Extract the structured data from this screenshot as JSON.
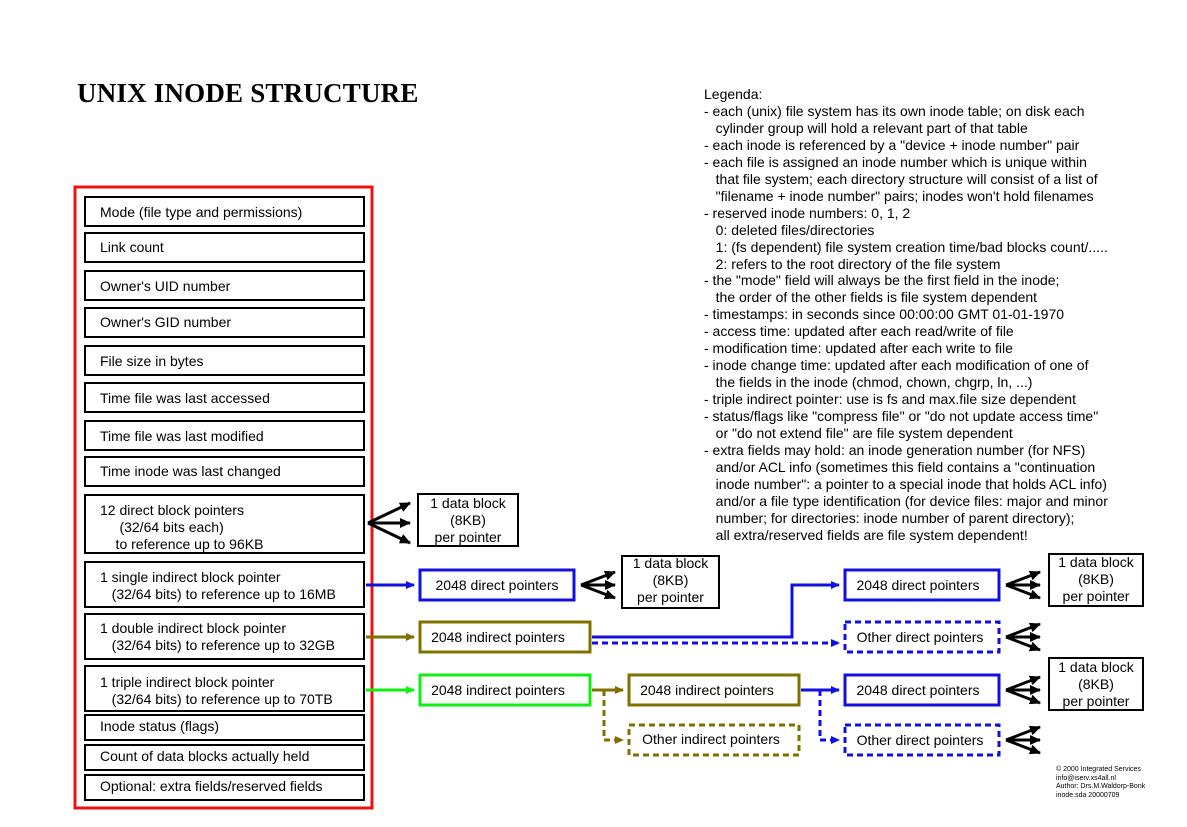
{
  "title": "UNIX INODE STRUCTURE",
  "legend": {
    "lines": [
      "Legenda:",
      "- each (unix) file system has its own inode table; on disk each",
      "   cylinder group will hold a relevant part of that table",
      "- each inode is referenced by a \"device + inode number\" pair",
      "- each file is assigned an inode number which is unique within",
      "   that file system; each directory structure will consist of a list of",
      "   \"filename + inode number\" pairs; inodes won't hold filenames",
      "- reserved inode numbers: 0, 1, 2",
      "   0: deleted files/directories",
      "   1: (fs dependent) file system creation time/bad blocks count/.....",
      "   2: refers to the root directory of the file system",
      "- the \"mode\" field will always be the first field in the inode;",
      "   the order of the other fields is file system dependent",
      "- timestamps: in seconds since 00:00:00 GMT 01-01-1970",
      "- access time: updated after each read/write of file",
      "- modification time: updated after each write to file",
      "- inode change time: updated after each modification of one of",
      "   the fields in the inode (chmod, chown, chgrp, ln, ...)",
      "- triple indirect pointer: use is fs and max.file size dependent",
      "- status/flags like \"compress file\" or \"do not update access time\"",
      "   or \"do not extend file\" are file system dependent",
      "- extra fields may hold: an inode generation number (for NFS)",
      "   and/or ACL info (sometimes this field contains a \"continuation",
      "   inode number\": a pointer to a special inode that holds ACL info)",
      "   and/or a file type identification (for device files: major and minor",
      "   number; for directories: inode number of parent directory);",
      "   all extra/reserved fields are file system dependent!"
    ]
  },
  "inode_fields": {
    "mode": "Mode (file type and permissions)",
    "link_count": "Link count",
    "uid": "Owner's UID number",
    "gid": "Owner's GID number",
    "size": "File size in bytes",
    "atime": "Time file was last accessed",
    "mtime": "Time file was last modified",
    "ctime": "Time inode was last changed",
    "direct": "12 direct block pointers\n     (32/64 bits each)\n    to reference up to 96KB",
    "single": "1 single indirect block pointer\n   (32/64 bits) to reference up to 16MB",
    "double": "1 double indirect block pointer\n   (32/64 bits) to reference up to 32GB",
    "triple": "1 triple indirect block pointer\n   (32/64 bits) to reference up to 70TB",
    "status": "Inode status (flags)",
    "count": "Count of data blocks actually held",
    "optional": "Optional: extra fields/reserved fields"
  },
  "pointer_boxes": {
    "single_direct": "2048 direct pointers",
    "double_indirect": "2048 indirect pointers",
    "double_direct": "2048 direct pointers",
    "double_other": "Other direct pointers",
    "triple_indirect_1": "2048 indirect pointers",
    "triple_indirect_2": "2048 indirect pointers",
    "triple_direct": "2048 direct pointers",
    "triple_other_indirect": "Other indirect pointers",
    "triple_other_direct": "Other direct pointers"
  },
  "data_block_label": "1 data block\n(8KB)\nper pointer",
  "credits": "© 2000 Integrated Services\ninfo@iserv.xs4all.nl\nAuthor: Drs.M.Waldorp-Bonk\ninode.sda 20000709",
  "colors": {
    "inode_border": "#ee1111",
    "single": "#1010e0",
    "double": "#807000",
    "triple": "#11ee11",
    "black": "#000000"
  }
}
